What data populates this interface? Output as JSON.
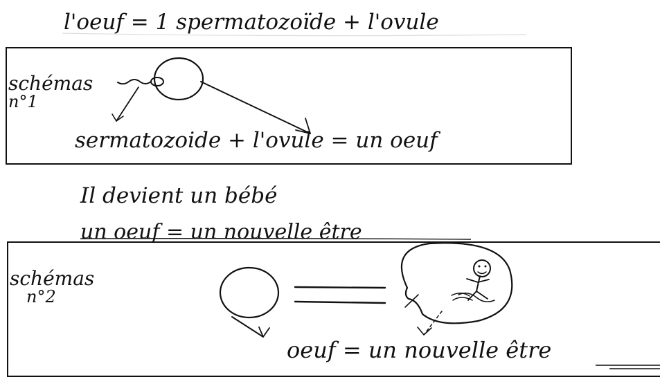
{
  "header": {
    "equation": "l'oeuf = 1 spermatozoïde + l'ovule"
  },
  "schema1": {
    "label_line1": "schémas",
    "label_line2": "n°1",
    "caption": "sermatozoide + l'ovule = un oeuf"
  },
  "middle": {
    "line1": "Il devient un bébé",
    "line2": "un oeuf = un nouvelle être"
  },
  "schema2": {
    "label_line1": "schémas",
    "label_line2": "n°2",
    "caption": "oeuf = un nouvelle être"
  },
  "colors": {
    "ink": "#111111",
    "paper": "#ffffff"
  }
}
